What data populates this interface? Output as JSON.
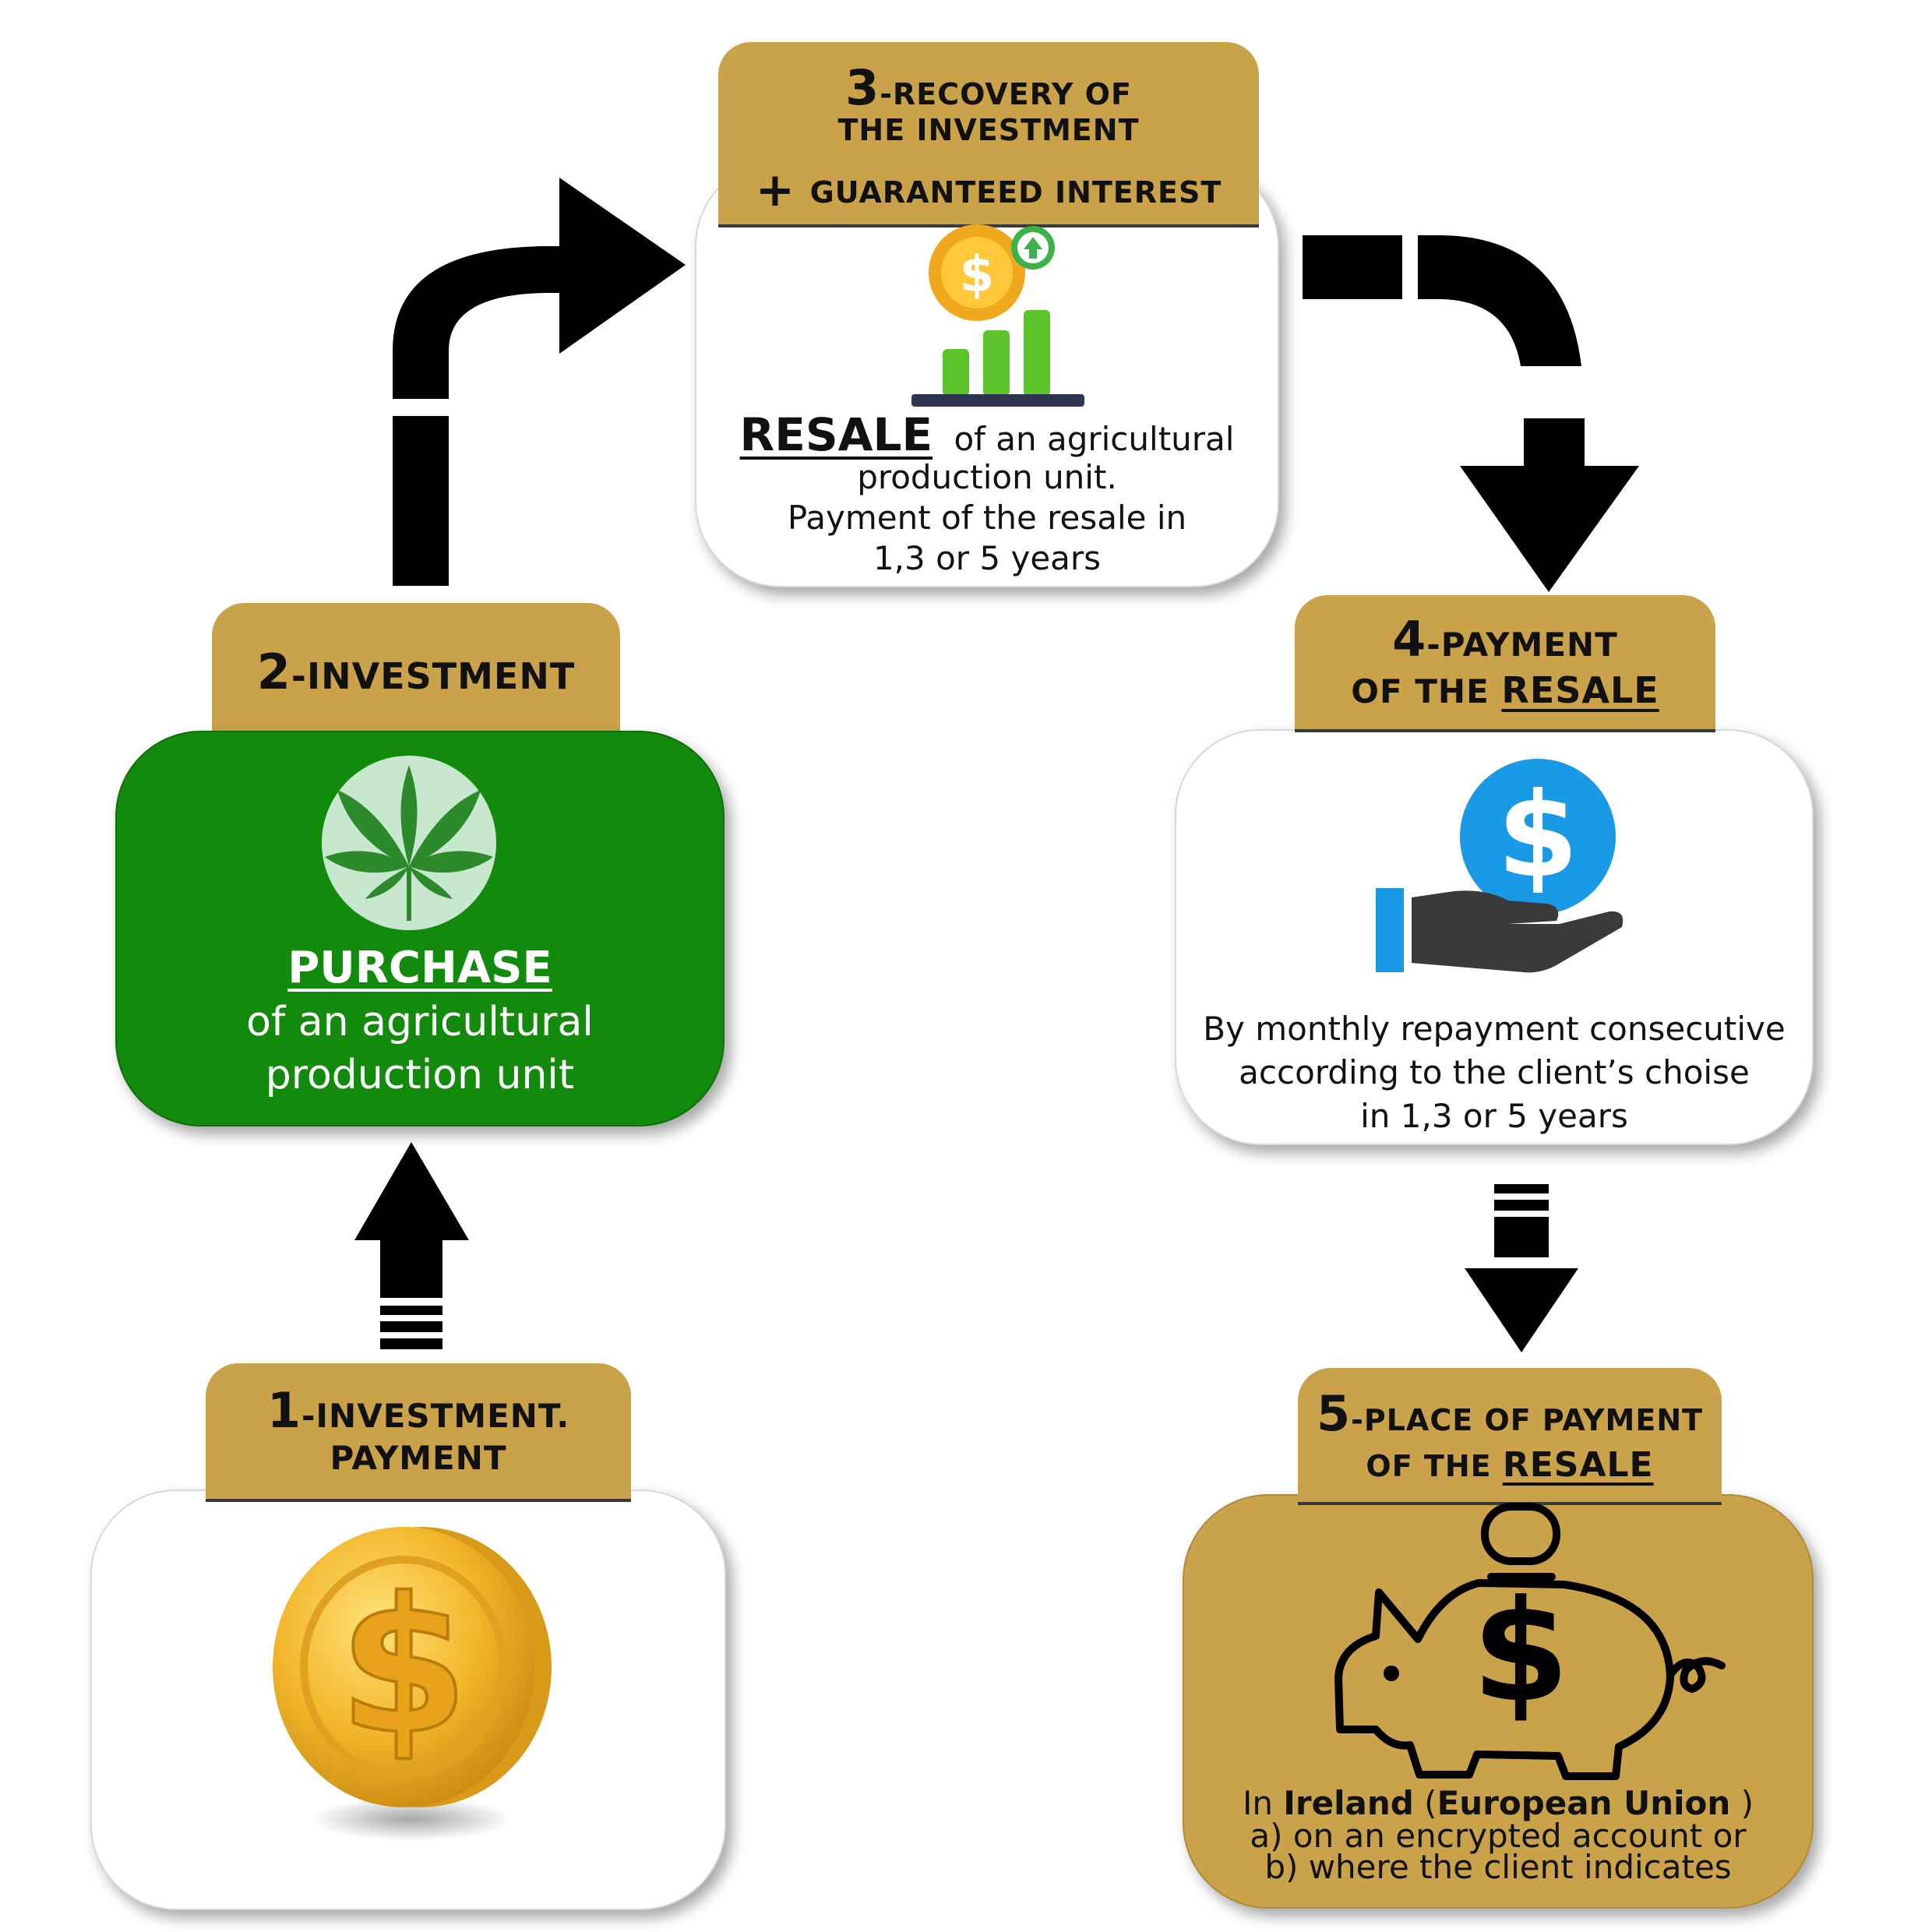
{
  "step1": {
    "number": "1",
    "line1": "-INVESTMENT.",
    "line2": "PAYMENT"
  },
  "step2": {
    "number": "2",
    "line1": "-INVESTMENT",
    "purchase": "PURCHASE",
    "desc1": "of an agricultural",
    "desc2": "production unit"
  },
  "step3": {
    "number": "3",
    "line1": "-RECOVERY OF",
    "line2": "THE INVESTMENT",
    "plus": "+",
    "line3": "GUARANTEED INTEREST",
    "resale": "RESALE",
    "desc1": "of an agricultural",
    "desc2": "production unit.",
    "desc3": "Payment of the resale in",
    "desc4": "1,3 or 5 years"
  },
  "step4": {
    "number": "4",
    "line1": "-PAYMENT",
    "line2a": "OF THE ",
    "line2b": "RESALE",
    "desc1": "By monthly repayment consecutive",
    "desc2": "according to the client’s choise",
    "desc3": "in 1,3 or 5 years"
  },
  "step5": {
    "number": "5",
    "line1": "-PLACE OF PAYMENT",
    "line2a": "OF THE ",
    "line2b": "RESALE",
    "desc_in": "In ",
    "desc_ireland": "Ireland",
    "desc_sp": " (",
    "desc_eu": "European Union",
    "desc_close": " )",
    "desc2": "a) on an encrypted account or",
    "desc3": "b) where the client indicates"
  },
  "icons": {
    "coin": "gold-dollar-coin-icon",
    "leaf": "cannabis-leaf-icon",
    "growth": "coin-growth-chart-icon",
    "hand": "hand-receiving-dollar-icon",
    "piggy": "piggy-bank-dollar-icon"
  },
  "colors": {
    "gold_tab": "#c9a24a",
    "green_box": "#128a0b",
    "white_box": "#ffffff",
    "arrow": "#000000",
    "blue_dollar": "#1a9ae6"
  }
}
